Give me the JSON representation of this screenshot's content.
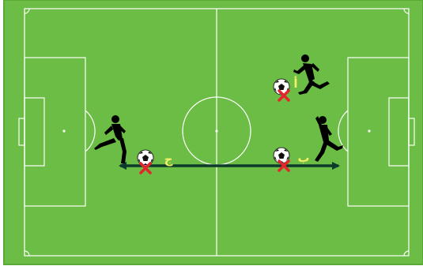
{
  "diagram": {
    "labels": {
      "alef": "أ",
      "ba": "ب",
      "jim": "ج"
    },
    "colors": {
      "pitch": "#6cbd45",
      "pitch_border": "#5aa838",
      "lines": "#ffffff",
      "label": "#f5f064",
      "arrow": "#0d3a2a",
      "cross": "#e3262b",
      "player": "#000000"
    },
    "icons": [
      "player-silhouette-icon",
      "soccer-ball-icon",
      "cross-mark-icon",
      "double-arrow-icon"
    ]
  }
}
